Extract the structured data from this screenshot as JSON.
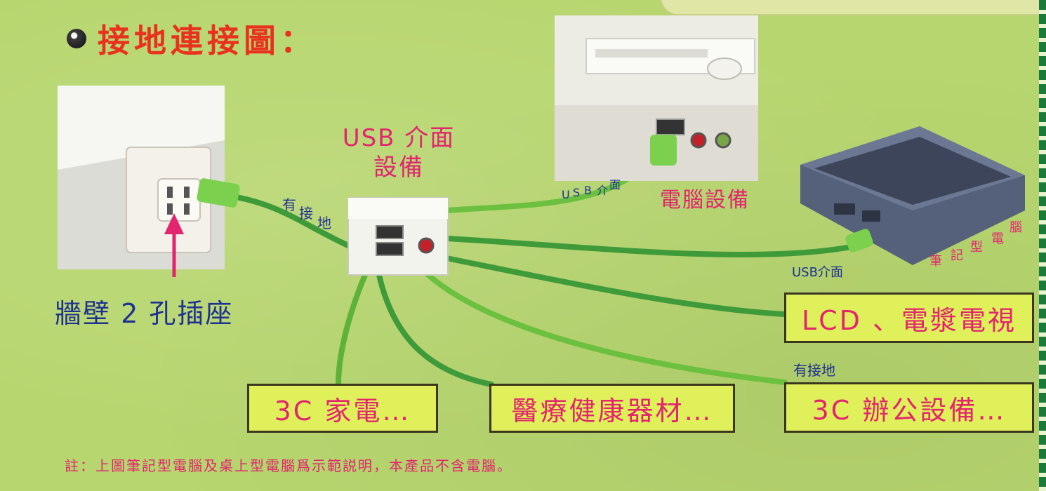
{
  "title": "接地連接圖：",
  "hub_label": [
    "USB 介面",
    "設備"
  ],
  "wall_socket_label": "牆壁 2 孔插座",
  "cable_labels": {
    "ground_cable": [
      "有",
      "接",
      "地"
    ],
    "desktop_usb": [
      "U",
      "S",
      "B",
      "介",
      "面"
    ],
    "laptop_usb": "USB介面",
    "office_ground": "有接地"
  },
  "device_labels": {
    "desktop": "電腦設備",
    "laptop": [
      "筆",
      "記",
      "型",
      "電",
      "腦"
    ]
  },
  "boxes": {
    "lcd_tv": "LCD 、電漿電視",
    "home_appliances": "3C 家電…",
    "medical": "醫療健康器材…",
    "office": "3C 辦公設備…"
  },
  "note": "註：上圖筆記型電腦及桌上型電腦爲示範説明，本產品不含電腦。",
  "colors": {
    "background": "#b7d66f",
    "title": "#e8321e",
    "label": "#e2256e",
    "box_fill": "#e0f05a",
    "cable": "#3f9a3a",
    "socket_label": "#1f3190"
  }
}
